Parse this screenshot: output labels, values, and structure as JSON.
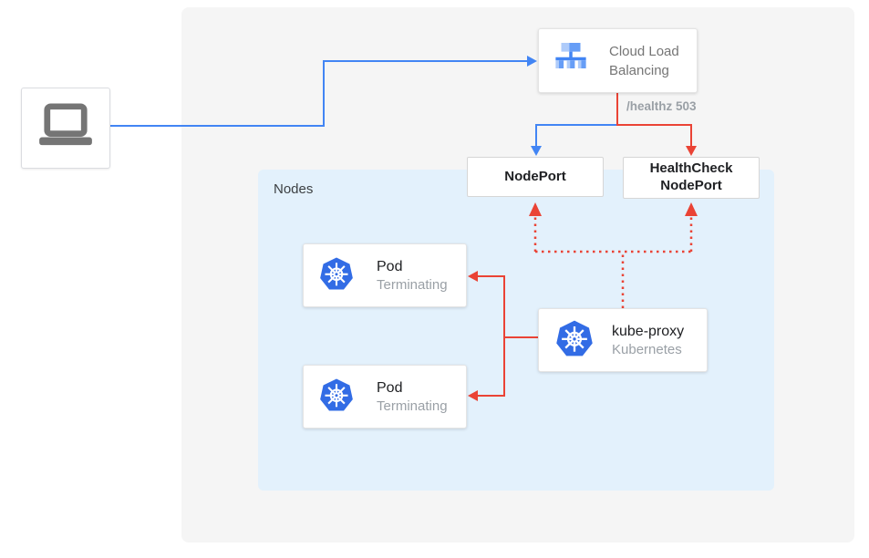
{
  "colors": {
    "blue": "#4285f4",
    "red": "#ea4335",
    "kubernetes_blue": "#326ce5",
    "icon_light_blue": "#aecbfa",
    "icon_mid_blue": "#669df6",
    "icon_strong_blue": "#4285f4",
    "canvas_bg": "#f5f5f5",
    "nodes_bg": "#e3f1fc",
    "box_border": "#dadce0",
    "text_dark": "#202124",
    "text_gray": "#757575",
    "text_light_gray": "#9aa0a6"
  },
  "icons": {
    "client": "laptop-icon",
    "load_balancer": "cloud-load-balancing-icon",
    "pod": "kubernetes-icon",
    "kube_proxy": "kubernetes-icon"
  },
  "cloud_load_balancing": {
    "label": "Cloud Load Balancing"
  },
  "health_check_annotation": "/healthz 503",
  "node_port": {
    "label": "NodePort"
  },
  "health_check_node_port": {
    "label": "HealthCheck NodePort"
  },
  "nodes_group": {
    "label": "Nodes"
  },
  "pods": [
    {
      "title": "Pod",
      "status": "Terminating"
    },
    {
      "title": "Pod",
      "status": "Terminating"
    }
  ],
  "kube_proxy": {
    "title": "kube-proxy",
    "subtitle": "Kubernetes"
  }
}
